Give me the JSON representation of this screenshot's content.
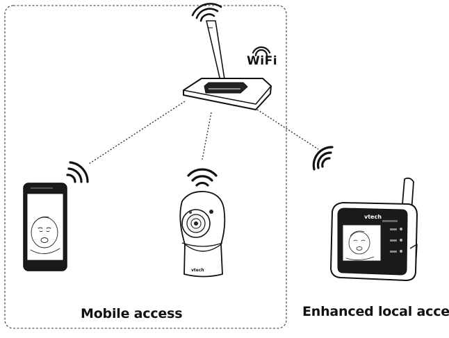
{
  "labels": {
    "wifi": "WiFi",
    "mobile_access": "Mobile access",
    "enhanced_local_access": "Enhanced local access",
    "brand_camera": "vtech",
    "brand_monitor": "vtech"
  },
  "icons": [
    "router-icon",
    "smartphone-icon",
    "camera-icon",
    "monitor-icon",
    "wifi-signal-icon"
  ],
  "colors": {
    "line": "#111111",
    "screen": "#ffffff",
    "device_dark": "#1a1a1a"
  }
}
